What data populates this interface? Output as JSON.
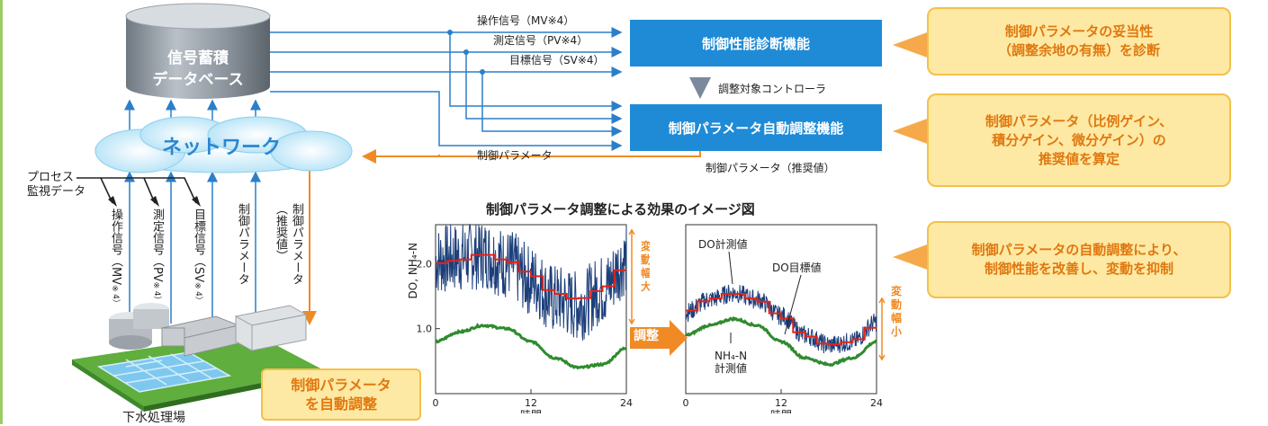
{
  "database": {
    "line1": "信号蓄積",
    "line2": "データベース"
  },
  "network": {
    "label": "ネットワーク"
  },
  "signals_top": {
    "mv": "操作信号（MV※4）",
    "pv": "測定信号（PV※4）",
    "sv": "目標信号（SV※4）"
  },
  "boxes": {
    "diagnosis": "制御性能診断機能",
    "auto_tune": "制御パラメータ自動調整機能",
    "target_controller": "調整対象コントローラ"
  },
  "params": {
    "left": "制御パラメータ",
    "right": "制御パラメータ（推奨値）"
  },
  "process_data": {
    "line1": "プロセス",
    "line2": "監視データ"
  },
  "vertical_labels": {
    "mv": "操作信号（MV",
    "pv": "測定信号（PV",
    "sv": "目標信号（SV",
    "note": "※4）",
    "param": "制御パラメータ",
    "param_recommended": "（推奨値）",
    "param_down": "制御パラメータ"
  },
  "plant": {
    "label": "下水処理場",
    "tag": "制御パラメータ\nを自動調整"
  },
  "callouts": [
    "制御パラメータの妥当性\n（調整余地の有無）を診断",
    "制御パラメータ（比例ゲイン、\n積分ゲイン、微分ゲイン）の\n推奨値を算定",
    "制御パラメータの自動調整により、\n制御性能を改善し、変動を抑制"
  ],
  "chart_title": "制御パラメータ調整による効果のイメージ図",
  "adjust_label": "調整",
  "colors": {
    "blue_box": "#1f8bd6",
    "callout_fill": "#fde9a3",
    "callout_text": "#e07810",
    "arrow_blue": "#2b7fc9",
    "arrow_orange": "#f08a24",
    "series_do": "#1c3f7a",
    "series_target": "#e2231a",
    "series_nh4": "#2e8b2e"
  },
  "chart_data": [
    {
      "type": "line",
      "x": [
        0,
        3,
        6,
        9,
        12,
        15,
        18,
        21,
        24
      ],
      "xticks": [
        "0",
        "12",
        "24"
      ],
      "xlabel": "時間",
      "ylabel": "DO, NH₄-N",
      "yticks": [
        "1.0",
        "2.0"
      ],
      "ylim": [
        0,
        2.6
      ],
      "xlim": [
        0,
        24
      ],
      "series": [
        {
          "role": "do_measured",
          "values": [
            2.05,
            2.1,
            2.15,
            2.0,
            1.75,
            1.45,
            1.35,
            1.6,
            2.05
          ],
          "noise": 0.55
        },
        {
          "role": "do_target",
          "values": [
            2.0,
            2.05,
            2.15,
            2.05,
            1.85,
            1.55,
            1.45,
            1.6,
            1.95
          ]
        },
        {
          "role": "nh4_measured",
          "values": [
            0.8,
            0.95,
            1.05,
            1.0,
            0.8,
            0.55,
            0.4,
            0.45,
            0.7
          ]
        }
      ],
      "range_label": "変動幅大"
    },
    {
      "type": "line",
      "x": [
        0,
        3,
        6,
        9,
        12,
        15,
        18,
        21,
        24
      ],
      "xticks": [
        "0",
        "12",
        "24"
      ],
      "xlabel": "時間",
      "yticks": [],
      "ylim": [
        0,
        2.6
      ],
      "xlim": [
        0,
        24
      ],
      "series": [
        {
          "role": "do_measured",
          "name": "DO計測値",
          "values": [
            1.25,
            1.45,
            1.55,
            1.45,
            1.2,
            0.9,
            0.75,
            0.8,
            1.1
          ],
          "noise": 0.15
        },
        {
          "role": "do_target",
          "name": "DO目標値",
          "values": [
            1.25,
            1.45,
            1.55,
            1.45,
            1.2,
            0.9,
            0.75,
            0.8,
            1.05
          ]
        },
        {
          "role": "nh4_measured",
          "name": "NH₄-N\n計測値",
          "values": [
            0.9,
            1.05,
            1.15,
            1.05,
            0.8,
            0.55,
            0.45,
            0.55,
            0.8
          ]
        }
      ],
      "range_label": "変動幅小"
    }
  ]
}
